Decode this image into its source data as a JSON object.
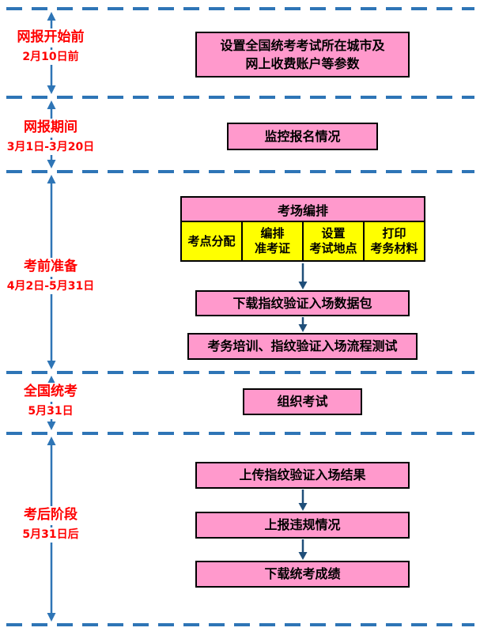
{
  "colors": {
    "box_pink": "#FF99CC",
    "cell_yellow": "#FFFF00",
    "divider_blue": "#2E75B6",
    "connector_blue": "#1F4E79",
    "label_red": "#FF0000"
  },
  "phases": [
    {
      "name": "网报开始前",
      "date": "2月10日前"
    },
    {
      "name": "网报期间",
      "date": "3月1日-3月20日"
    },
    {
      "name": "考前准备",
      "date": "4月2日-5月31日"
    },
    {
      "name": "全国统考",
      "date": "5月31日"
    },
    {
      "name": "考后阶段",
      "date": "5月31日后"
    }
  ],
  "boxes": {
    "setup": {
      "line1": "设置全国统考考试所在城市及",
      "line2": "网上收费账户等参数"
    },
    "monitor": "监控报名情况",
    "arrange": {
      "title": "考场编排",
      "cells": [
        {
          "line1": "考点分配",
          "line2": ""
        },
        {
          "line1": "编排",
          "line2": "准考证"
        },
        {
          "line1": "设置",
          "line2": "考试地点"
        },
        {
          "line1": "打印",
          "line2": "考务材料"
        }
      ]
    },
    "download_pack": "下载指纹验证入场数据包",
    "training": "考务培训、指纹验证入场流程测试",
    "organize": "组织考试",
    "upload_result": "上传指纹验证入场结果",
    "report_violation": "上报违规情况",
    "download_scores": "下载统考成绩"
  }
}
